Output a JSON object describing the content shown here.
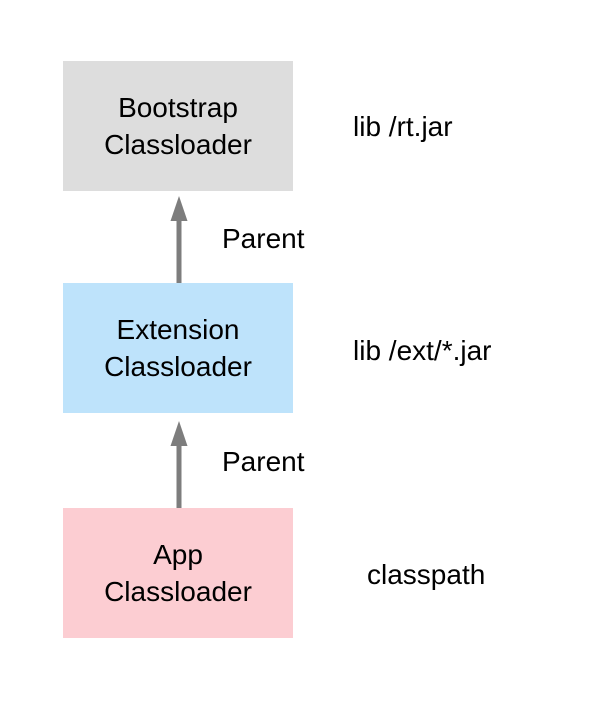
{
  "diagram": {
    "nodes": {
      "bootstrap": {
        "lines": [
          "Bootstrap",
          "Classloader"
        ],
        "side_label": "lib /rt.jar",
        "fill": "#dddddd"
      },
      "extension": {
        "lines": [
          "Extension",
          "Classloader"
        ],
        "side_label": "lib /ext/*.jar",
        "fill": "#bee3fb"
      },
      "app": {
        "lines": [
          "App",
          "Classloader"
        ],
        "side_label": "classpath",
        "fill": "#fccdd2"
      }
    },
    "edges": {
      "extension_to_bootstrap": {
        "label": "Parent"
      },
      "app_to_extension": {
        "label": "Parent"
      }
    },
    "colors": {
      "arrow": "#7d7d7d",
      "text": "#000000",
      "background": "#ffffff"
    }
  }
}
